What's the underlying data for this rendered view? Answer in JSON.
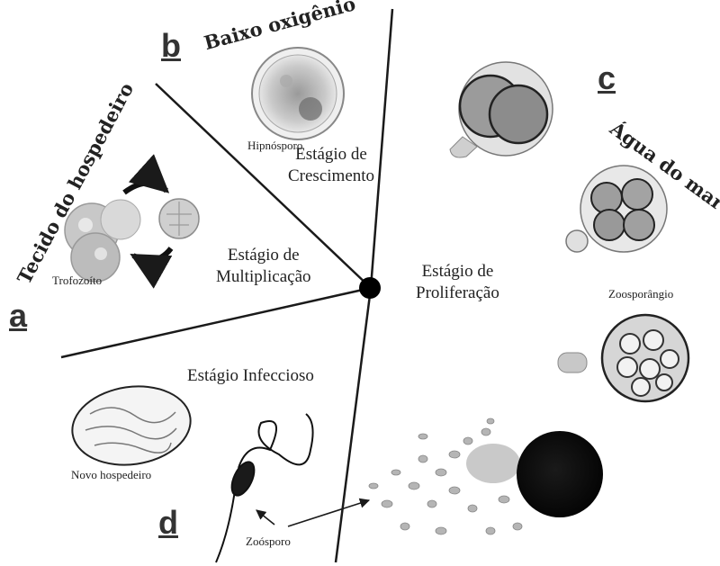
{
  "sections": {
    "a": {
      "letter": "a",
      "environment": "Tecido do hospedeiro",
      "stage": "Estágio de Multiplicação",
      "stage_line1": "Estágio de",
      "stage_line2": "Multiplicação",
      "label": "Trofozoíto"
    },
    "b": {
      "letter": "b",
      "environment": "Baixo oxigênio",
      "stage_line1": "Estágio de",
      "stage_line2": "Crescimento",
      "label": "Hipnósporo"
    },
    "c": {
      "letter": "c",
      "environment": "Água do mar",
      "stage_line1": "Estágio de",
      "stage_line2": "Proliferação",
      "label": "Zoosporângio"
    },
    "d": {
      "letter": "d",
      "stage": "Estágio Infeccioso",
      "label_host": "Novo hospedeiro",
      "label_zoospore": "Zoósporo"
    }
  },
  "colors": {
    "line": "#1a1a1a",
    "center": "#000000",
    "cell_fill": "#bdbdbd",
    "dark_cell": "#111111"
  }
}
